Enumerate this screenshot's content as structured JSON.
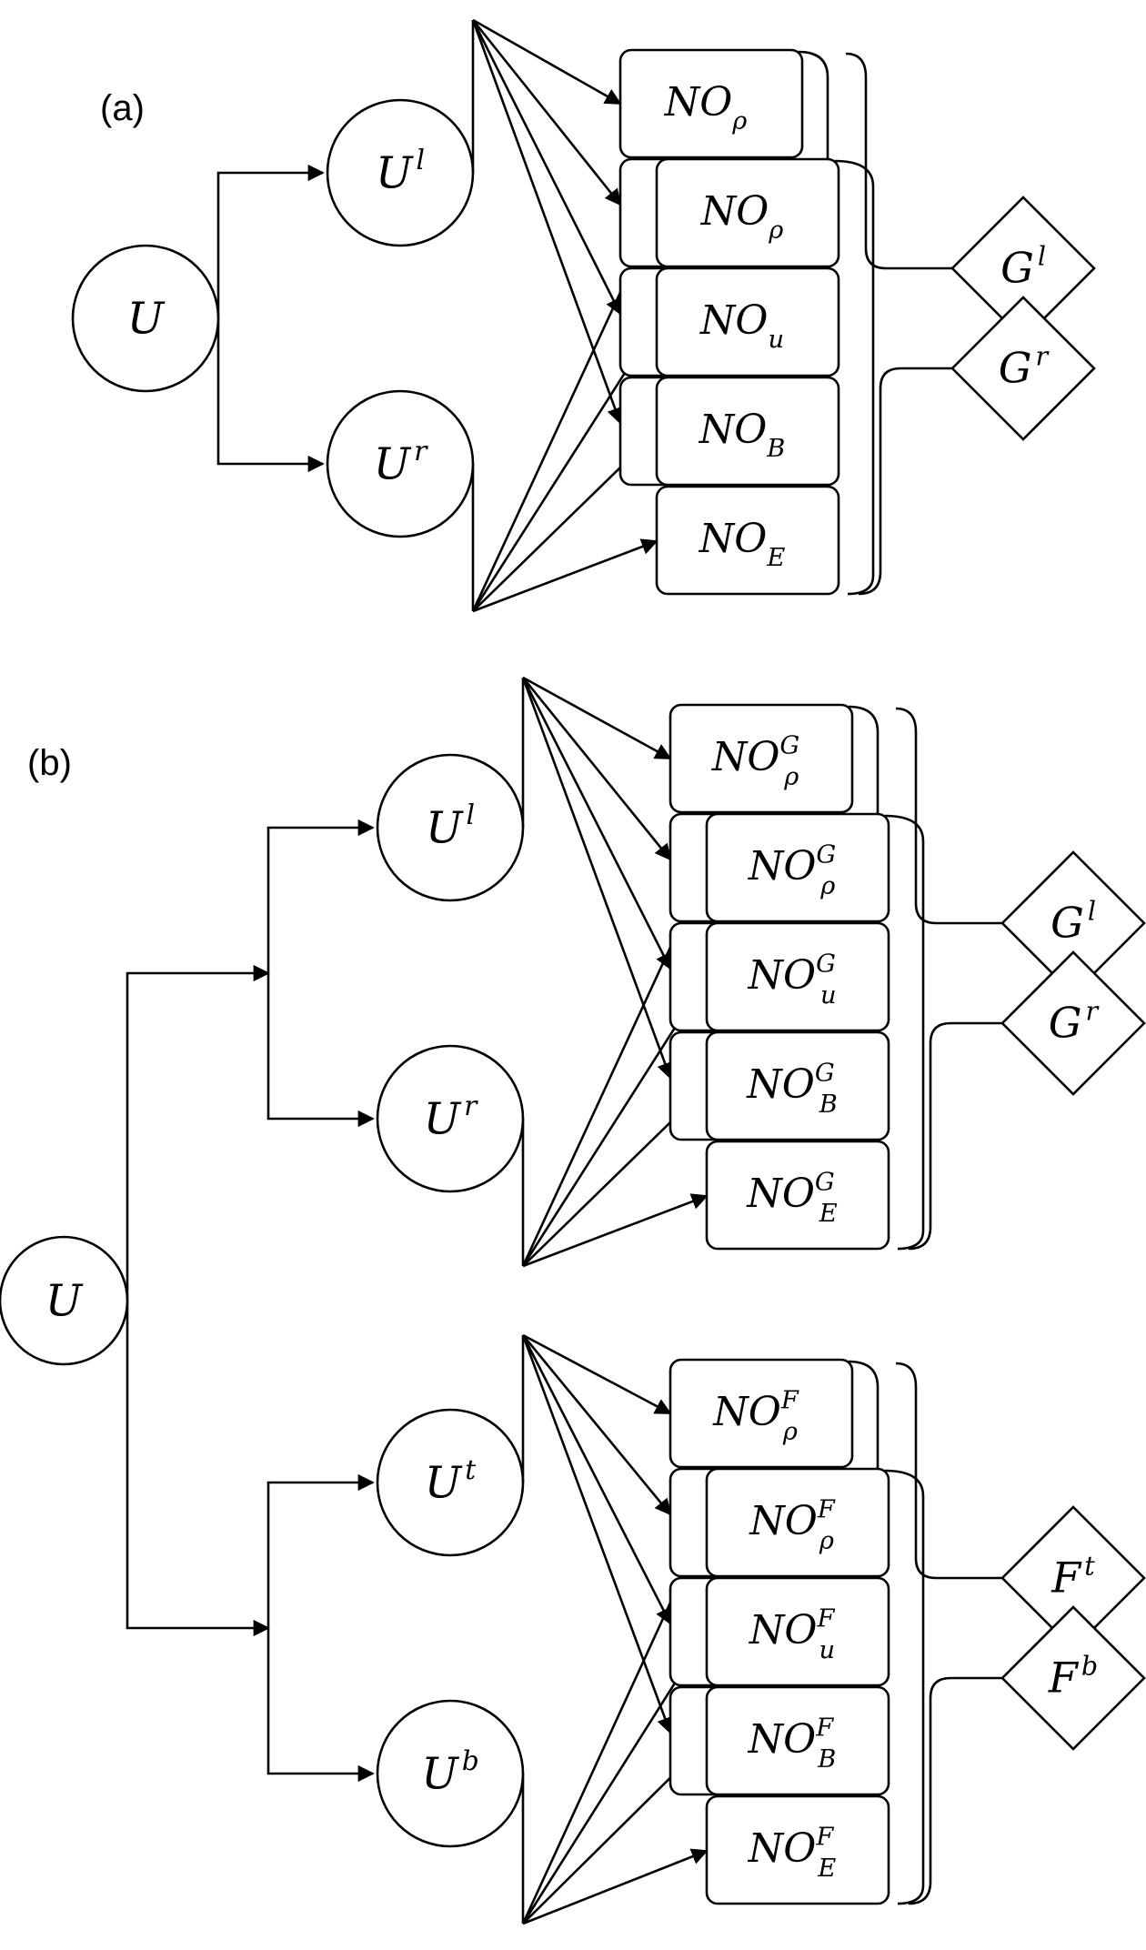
{
  "panels": [
    {
      "label": "(a)",
      "input": "U",
      "splits": [
        {
          "state": "U",
          "sup": "l",
          "operators": [
            {
              "base": "NO",
              "sub": "ρ",
              "sup": ""
            },
            {
              "base": "NO",
              "sub": "ρ",
              "sup": ""
            },
            {
              "base": "NO",
              "sub": "u",
              "sup": ""
            },
            {
              "base": "NO",
              "sub": "B",
              "sup": ""
            },
            {
              "base": "NO",
              "sub": "E",
              "sup": ""
            }
          ],
          "outputs": [
            {
              "base": "G",
              "sup": "l"
            },
            {
              "base": "G",
              "sup": "r"
            }
          ]
        }
      ],
      "second_state": {
        "base": "U",
        "sup": "r"
      }
    },
    {
      "label": "(b)",
      "input": "U",
      "groups": [
        {
          "states": [
            {
              "base": "U",
              "sup": "l"
            },
            {
              "base": "U",
              "sup": "r"
            }
          ],
          "operators": [
            {
              "base": "NO",
              "sub": "ρ",
              "sup": "G"
            },
            {
              "base": "NO",
              "sub": "ρ",
              "sup": "G"
            },
            {
              "base": "NO",
              "sub": "u",
              "sup": "G"
            },
            {
              "base": "NO",
              "sub": "B",
              "sup": "G"
            },
            {
              "base": "NO",
              "sub": "E",
              "sup": "G"
            }
          ],
          "outputs": [
            {
              "base": "G",
              "sup": "l"
            },
            {
              "base": "G",
              "sup": "r"
            }
          ]
        },
        {
          "states": [
            {
              "base": "U",
              "sup": "t"
            },
            {
              "base": "U",
              "sup": "b"
            }
          ],
          "operators": [
            {
              "base": "NO",
              "sub": "ρ",
              "sup": "F"
            },
            {
              "base": "NO",
              "sub": "ρ",
              "sup": "F"
            },
            {
              "base": "NO",
              "sub": "u",
              "sup": "F"
            },
            {
              "base": "NO",
              "sub": "B",
              "sup": "F"
            },
            {
              "base": "NO",
              "sub": "E",
              "sup": "F"
            }
          ],
          "outputs": [
            {
              "base": "F",
              "sup": "t"
            },
            {
              "base": "F",
              "sup": "b"
            }
          ]
        }
      ]
    }
  ]
}
